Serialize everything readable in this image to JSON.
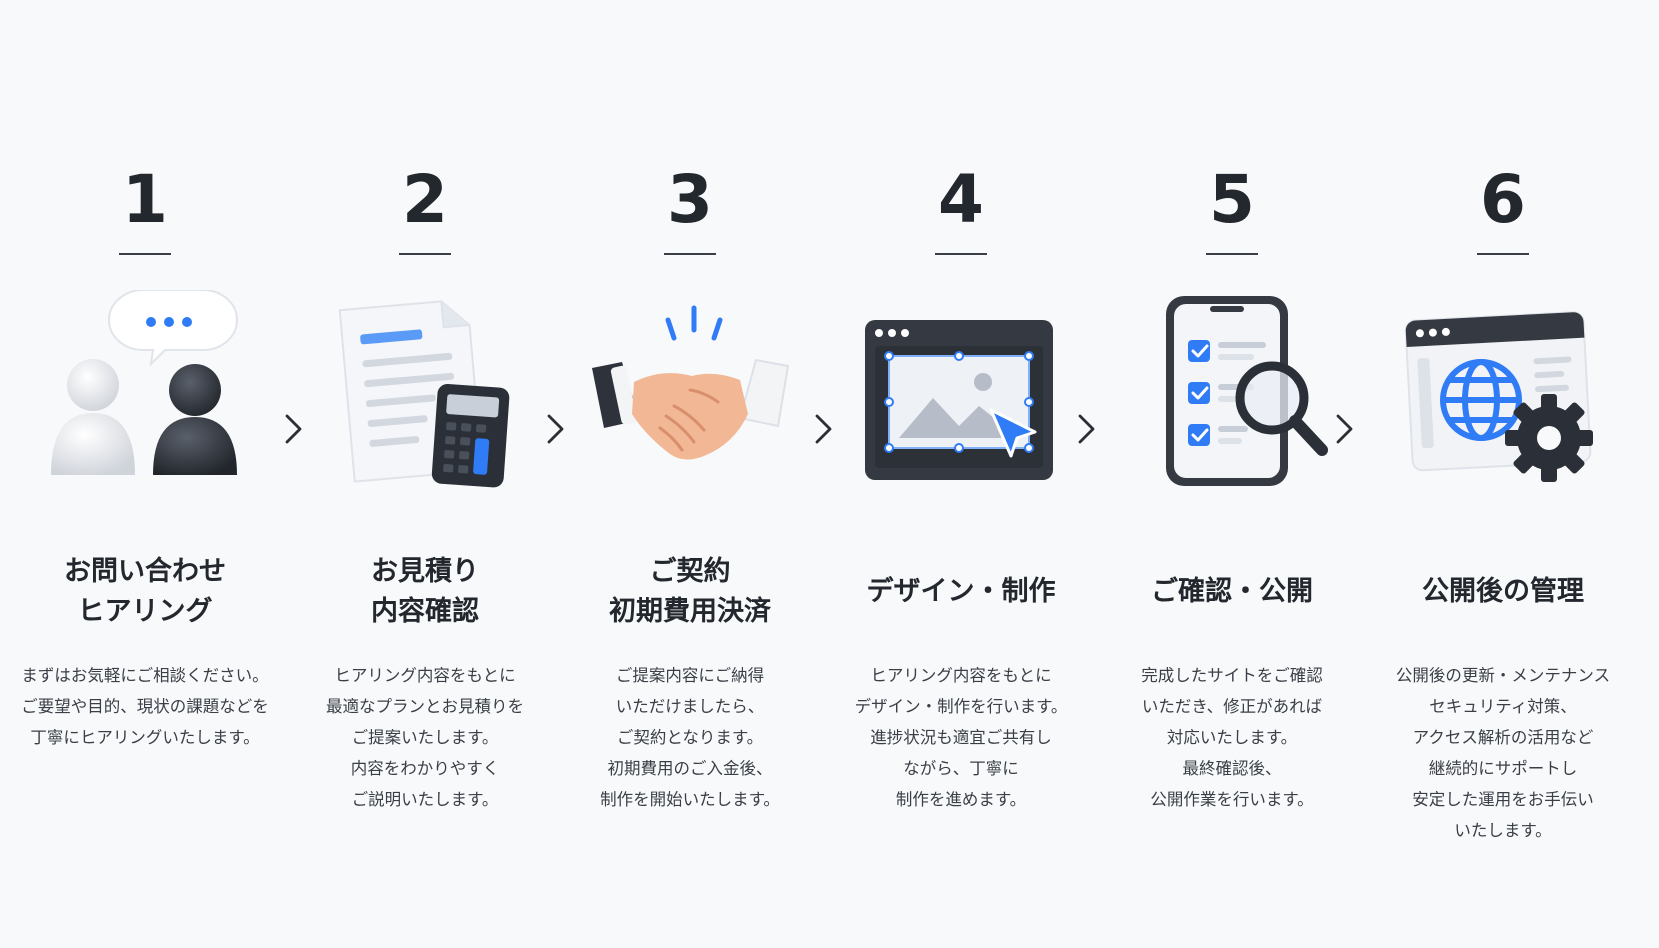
{
  "steps": [
    {
      "number": "1",
      "icon": "consultation-people-speech-icon",
      "title_lines": [
        "お問い合わせ",
        "ヒアリング"
      ],
      "desc_lines": [
        "まずはお気軽にご相談ください。",
        "ご要望や目的、現状の課題などを",
        "丁寧にヒアリングいたします。"
      ]
    },
    {
      "number": "2",
      "icon": "document-calculator-icon",
      "title_lines": [
        "お見積り",
        "内容確認"
      ],
      "desc_lines": [
        "ヒアリング内容をもとに",
        "最適なプランとお見積りを",
        "ご提案いたします。",
        "内容をわかりやすく",
        "ご説明いたします。"
      ]
    },
    {
      "number": "3",
      "icon": "handshake-icon",
      "title_lines": [
        "ご契約",
        "初期費用決済"
      ],
      "desc_lines": [
        "ご提案内容にご納得",
        "いただけましたら、",
        "ご契約となります。",
        "初期費用のご入金後、",
        "制作を開始いたします。"
      ]
    },
    {
      "number": "4",
      "icon": "browser-image-editing-icon",
      "title_lines": [
        "デザイン・制作"
      ],
      "desc_lines": [
        "ヒアリング内容をもとに",
        "デザイン・制作を行います。",
        "進捗状況も適宜ご共有し",
        "ながら、丁寧に",
        "制作を進めます。"
      ]
    },
    {
      "number": "5",
      "icon": "smartphone-checklist-magnifier-icon",
      "title_lines": [
        "ご確認・公開"
      ],
      "desc_lines": [
        "完成したサイトをご確認",
        "いただき、修正があれば",
        "対応いたします。",
        "最終確認後、",
        "公開作業を行います。"
      ]
    },
    {
      "number": "6",
      "icon": "browser-globe-gear-icon",
      "title_lines": [
        "公開後の管理"
      ],
      "desc_lines": [
        "公開後の更新・メンテナンス",
        "セキュリティ対策、",
        "アクセス解析の活用など",
        "継続的にサポートし",
        "安定した運用をお手伝い",
        "いたします。"
      ]
    }
  ],
  "arrow_icon": "chevron-right-icon",
  "colors": {
    "background": "#f8f9fa",
    "text": "#23272e",
    "accent_blue": "#2f7cf6",
    "dark_gray": "#3a3f47"
  }
}
